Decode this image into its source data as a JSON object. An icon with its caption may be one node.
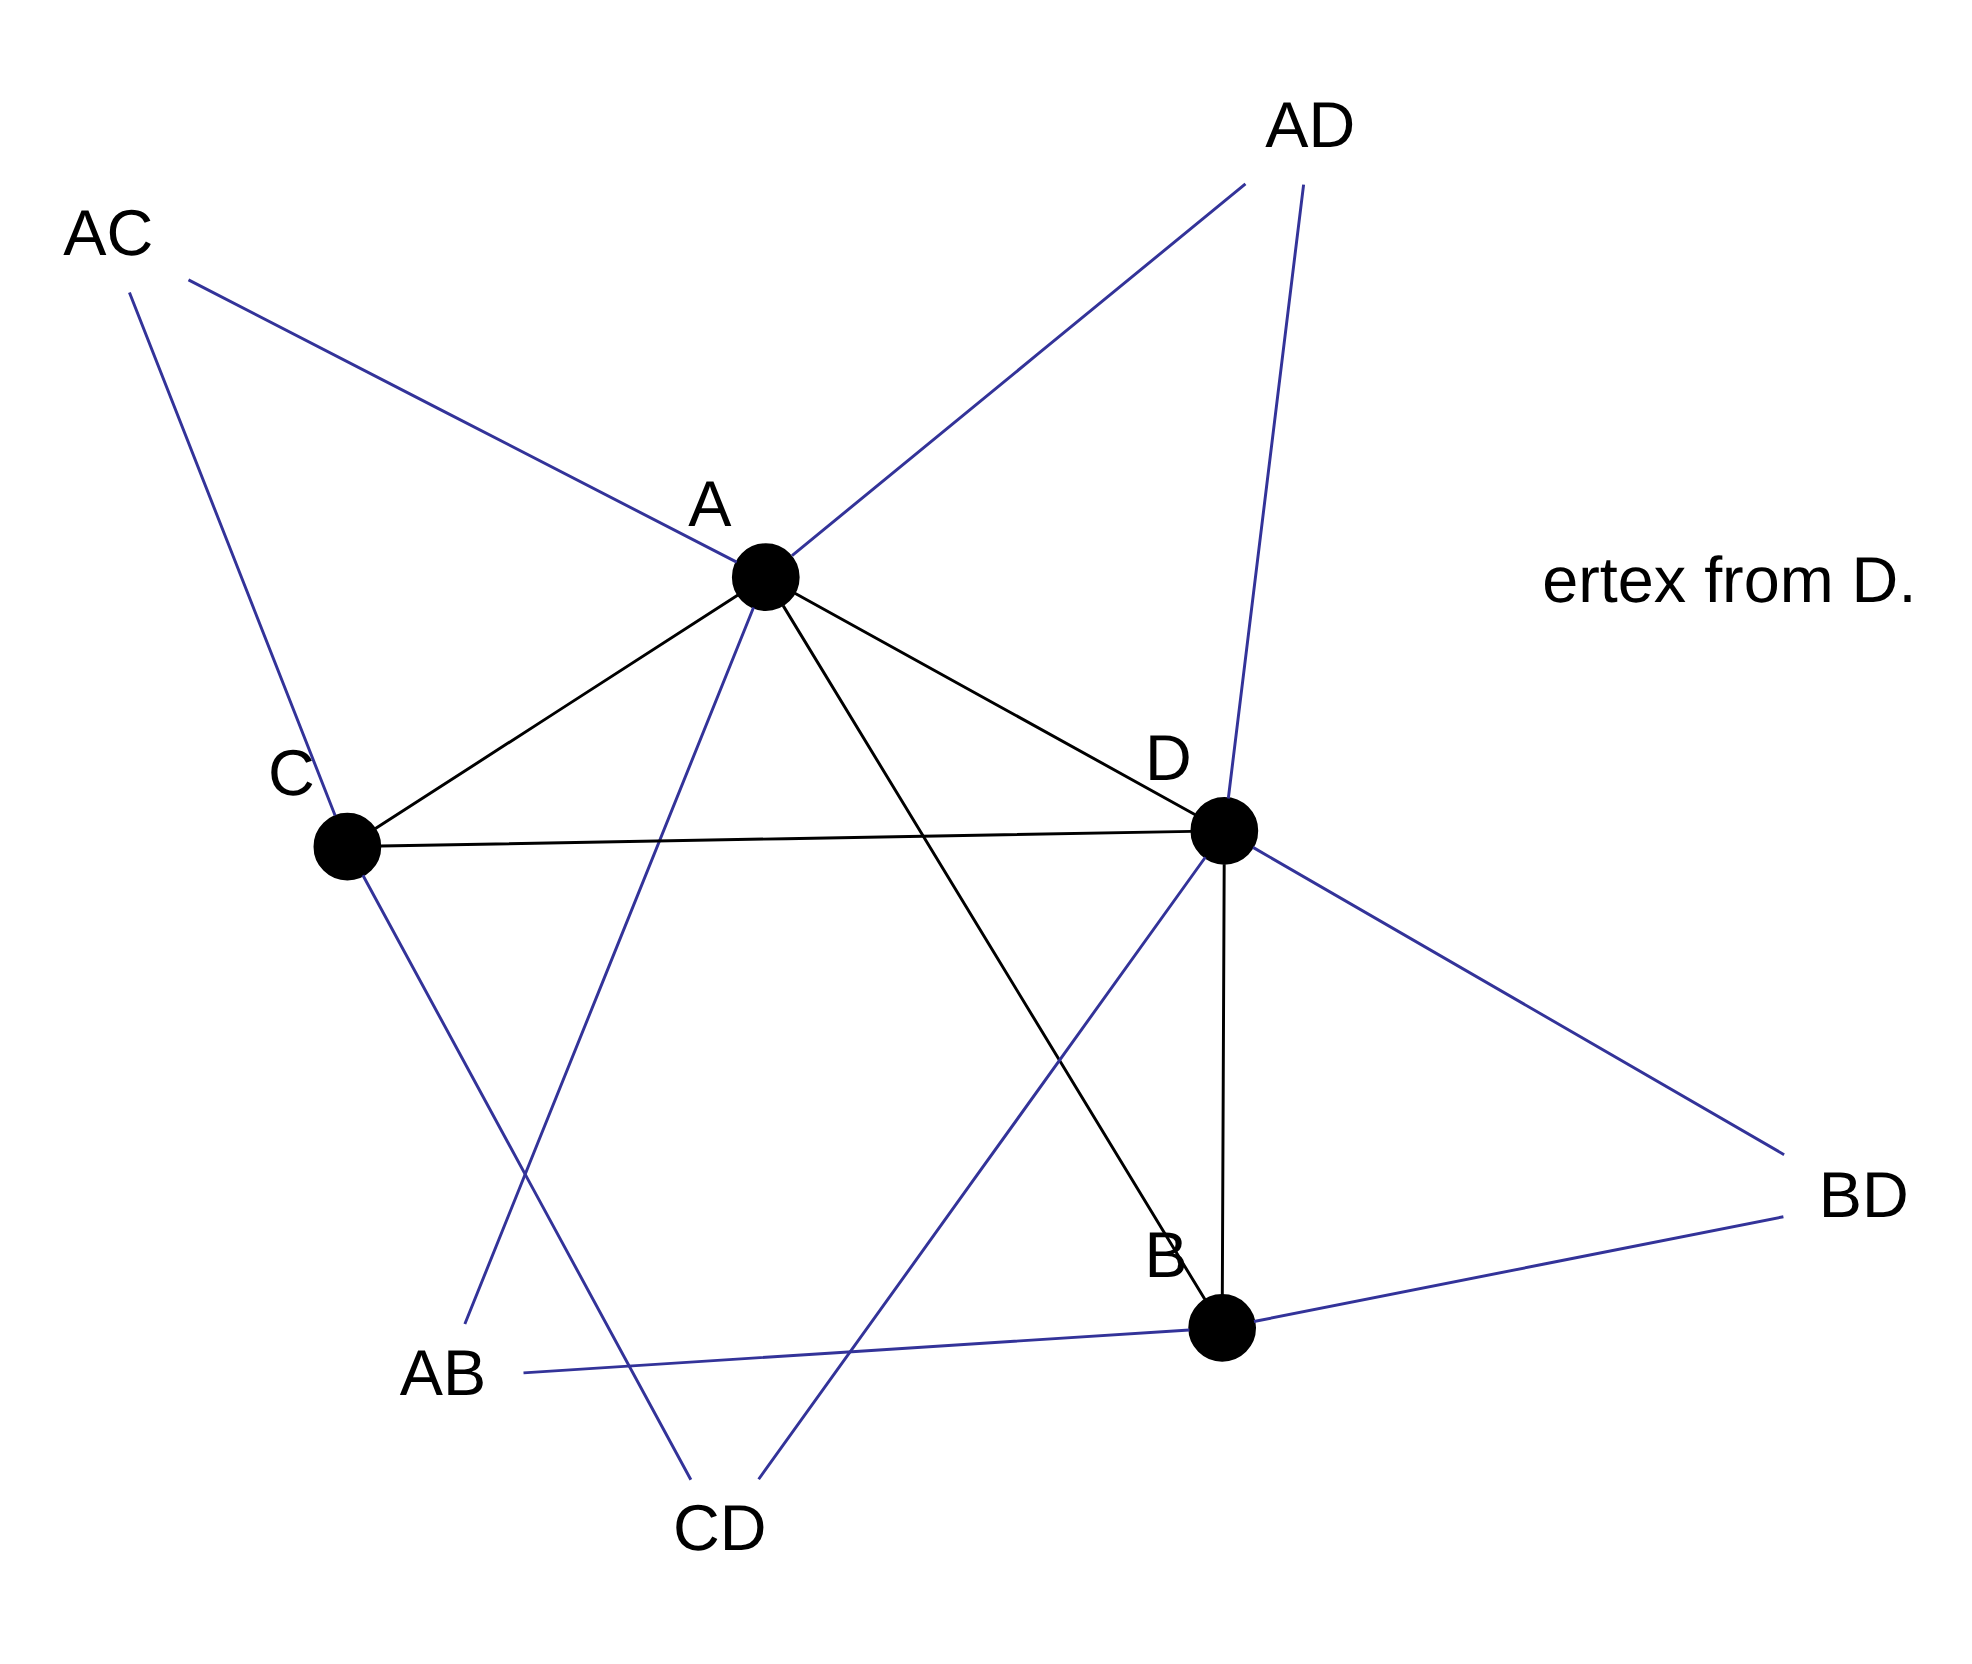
{
  "diagram": {
    "nodes": [
      {
        "text": [
          "AB"
        ]
      },
      {
        "text": [],
        "shape": "circle",
        "beside": [
          "A"
        ]
      },
      {
        "text": [],
        "shape": "circle",
        "beside": [
          "B"
        ]
      },
      {
        "text": [
          "AC"
        ]
      },
      {
        "text": [
          "BD"
        ]
      },
      {
        "text": [
          "AD"
        ]
      },
      {
        "text": [],
        "shape": "circle",
        "beside": [
          "C"
        ]
      },
      {
        "text": [],
        "shape": "circle",
        "beside": [
          "D"
        ]
      },
      {
        "text": [
          "CD"
        ]
      }
    ],
    "edges": [
      {
        "from": 1,
        "to": 2,
        "arrow": "none",
        "color": "#000000"
      },
      {
        "from": 1,
        "to": 6,
        "arrow": "none",
        "color": "#000000"
      },
      {
        "from": 1,
        "to": 7,
        "arrow": "none",
        "color": "#000000"
      },
      {
        "from": 2,
        "to": 7,
        "arrow": "none",
        "color": "#000000"
      },
      {
        "from": 6,
        "to": 7,
        "arrow": "none",
        "color": "#000000"
      },
      {
        "from": 1,
        "to": 0,
        "arrow": "none"
      },
      {
        "from": 0,
        "to": 2,
        "arrow": "none"
      },
      {
        "from": 1,
        "to": 3,
        "arrow": "none"
      },
      {
        "from": 3,
        "to": 6,
        "arrow": "none"
      },
      {
        "from": 1,
        "to": 5,
        "arrow": "none"
      },
      {
        "from": 5,
        "to": 7,
        "arrow": "none"
      },
      {
        "from": 2,
        "to": 4,
        "arrow": "none"
      },
      {
        "from": 4,
        "to": 7,
        "arrow": "none"
      },
      {
        "from": 6,
        "to": 8,
        "arrow": "none"
      },
      {
        "from": 8,
        "to": 7,
        "arrow": "none"
      }
    ],
    "labels": [
      "ertex from D."
    ]
  }
}
